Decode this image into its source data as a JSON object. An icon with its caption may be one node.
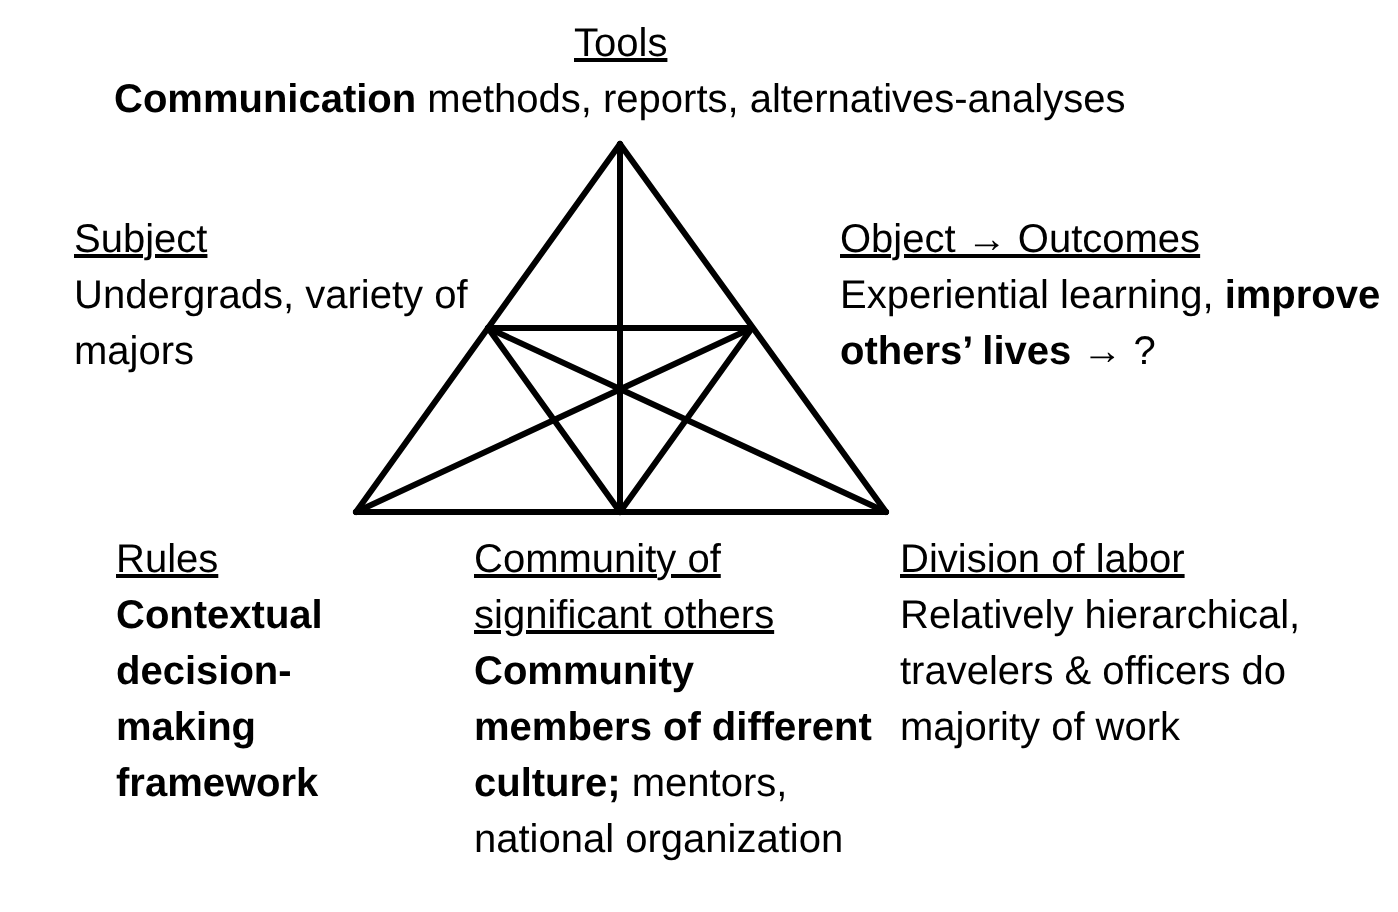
{
  "diagram": {
    "labels": [
      "Tools",
      "**Communication** methods, reports, alternatives-analyses",
      "Subject",
      "Undergrads, variety of majors",
      "Object → Outcomes",
      "Experiential learning, **improve others’ lives** → ?",
      "Rules",
      "Contextual decision-making framework",
      "Community of significant others",
      "**Community members of different culture;** mentors, national organization",
      "Division of labor",
      "Relatively hierarchical, travelers & officers do majority of work"
    ]
  }
}
